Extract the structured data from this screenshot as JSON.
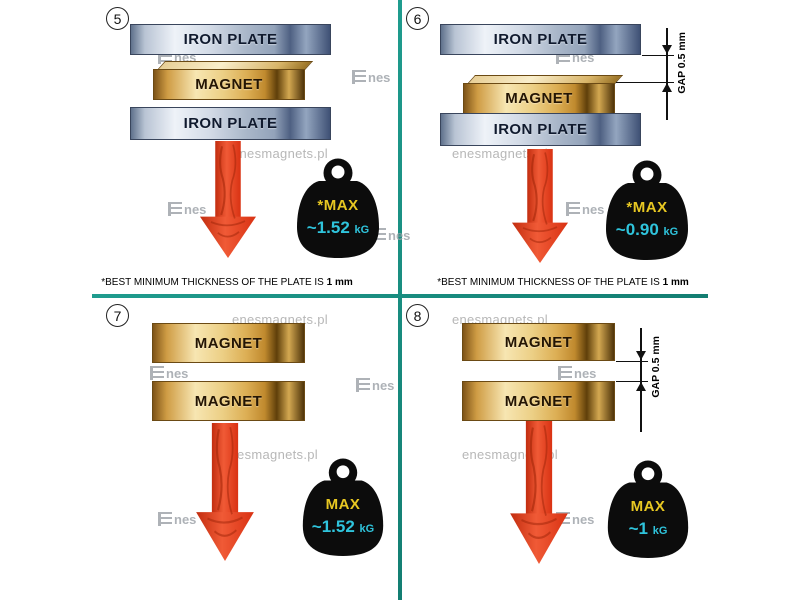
{
  "colors": {
    "divider": "#1f9c8e",
    "arrow": "#e63b1c",
    "max_label": "#e8c822",
    "value_label": "#2fc4dc"
  },
  "brand": {
    "site": "enesmagnets.pl",
    "logo_text": "nes"
  },
  "footnote": {
    "text": "*BEST MINIMUM THICKNESS OF THE PLATE IS",
    "bold": "1 mm"
  },
  "gap": {
    "label": "GAP  0.5 mm"
  },
  "quadrants": {
    "q5": {
      "number": "5",
      "plate_top": "IRON PLATE",
      "magnet": "MAGNET",
      "plate_bottom": "IRON PLATE",
      "weight": {
        "label": "*MAX",
        "value": "~1.52",
        "unit": "kG"
      }
    },
    "q6": {
      "number": "6",
      "plate_top": "IRON PLATE",
      "magnet": "MAGNET",
      "plate_bottom": "IRON PLATE",
      "weight": {
        "label": "*MAX",
        "value": "~0.90",
        "unit": "kG"
      }
    },
    "q7": {
      "number": "7",
      "magnet_top": "MAGNET",
      "magnet_bottom": "MAGNET",
      "weight": {
        "label": "MAX",
        "value": "~1.52",
        "unit": "kG"
      }
    },
    "q8": {
      "number": "8",
      "magnet_top": "MAGNET",
      "magnet_bottom": "MAGNET",
      "weight": {
        "label": "MAX",
        "value": "~1",
        "unit": "kG"
      }
    }
  }
}
